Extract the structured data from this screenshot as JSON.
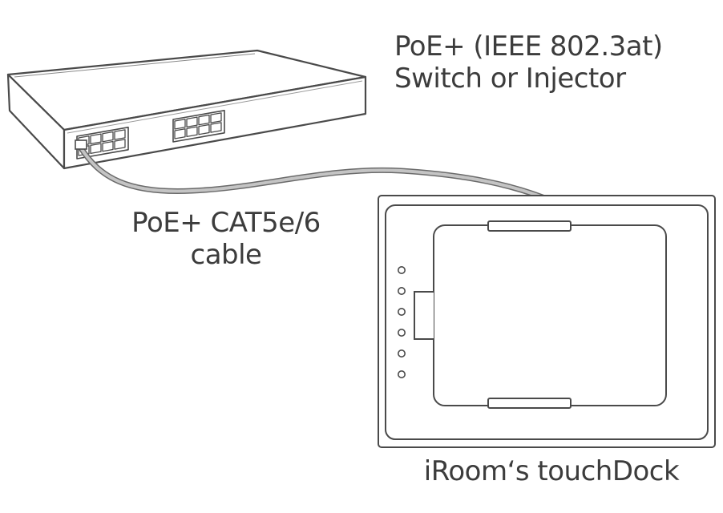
{
  "switch": {
    "label_line1": "PoE+ (IEEE 802.3at)",
    "label_line2": "Switch or Injector",
    "port_count": 16
  },
  "cable": {
    "label_line1": "PoE+ CAT5e/6",
    "label_line2": "cable"
  },
  "dock": {
    "label": "iRoom‘s touchDock",
    "led_count": 6
  },
  "colors": {
    "line": "#4a4a4a",
    "cable": "#b4b4b4",
    "text": "#3c3c3c",
    "background": "#ffffff"
  }
}
